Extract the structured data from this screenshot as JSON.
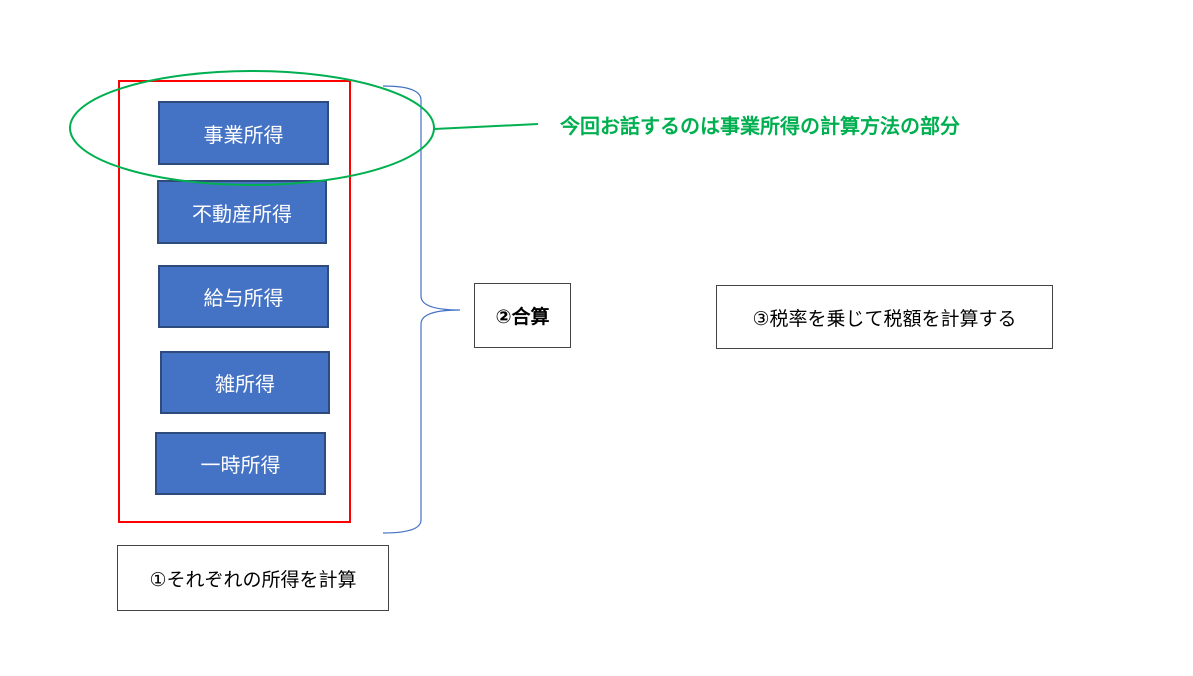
{
  "incomes": [
    "事業所得",
    "不動産所得",
    "給与所得",
    "雑所得",
    "一時所得"
  ],
  "step1": "①それぞれの所得を計算",
  "step2": "②合算",
  "step3": "③税率を乗じて税額を計算する",
  "callout": "今回お話するのは事業所得の計算方法の部分",
  "colors": {
    "box_fill": "#4472c4",
    "group_border": "#ff0000",
    "highlight": "#00b050",
    "brace": "#4472c4"
  }
}
